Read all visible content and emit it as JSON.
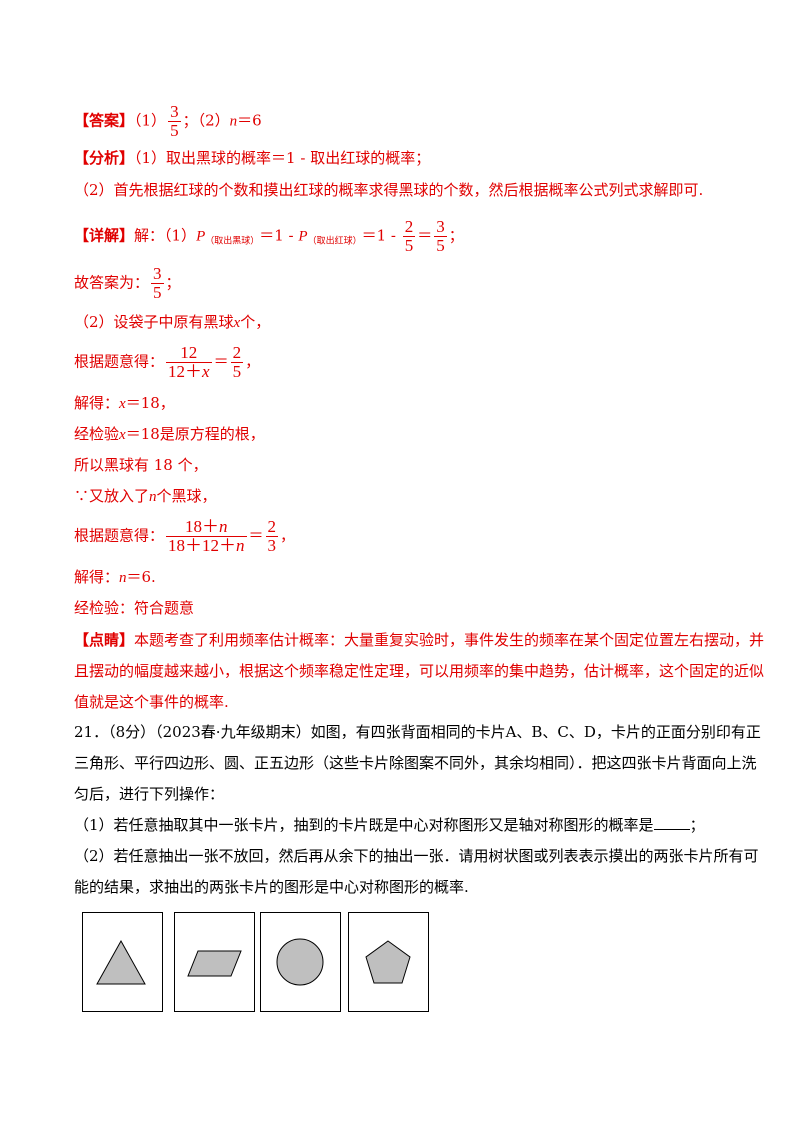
{
  "answer": {
    "tag": "【答案】",
    "p1": "（1）",
    "frac1": {
      "num": "3",
      "den": "5"
    },
    "sep": "；",
    "p2": "（2）",
    "n": "n",
    "eq": "＝6"
  },
  "analysis": {
    "tag": "【分析】",
    "line1": "（1）取出黑球的概率＝1 - 取出红球的概率；",
    "line2": "（2）首先根据红球的个数和摸出红球的概率求得黑球的个数，然后根据概率公式列式求解即可."
  },
  "detail": {
    "tag": "【详解】",
    "lead": "解：（1）",
    "P": "P",
    "sub_black": "（取出黑球）",
    "mid": "＝1 - ",
    "sub_red": "（取出红球）",
    "tail": "＝1 - ",
    "frac_a": {
      "num": "2",
      "den": "5"
    },
    "eq": "＝",
    "frac_b": {
      "num": "3",
      "den": "5"
    },
    "end": "；",
    "ans_prefix": "故答案为：",
    "ans_frac": {
      "num": "3",
      "den": "5"
    },
    "ans_end": "；",
    "set_a": "（2）设袋子中原有黑球",
    "x": "x",
    "set_b": "个，",
    "eq1_prefix": "根据题意得：",
    "eq1_lhs": {
      "num": "12",
      "den_a": "12＋",
      "den_x": "x"
    },
    "eq1_mid": "＝",
    "eq1_rhs": {
      "num": "2",
      "den": "5"
    },
    "eq1_end": "，",
    "solve1_a": "解得：",
    "solve1_b": "＝18，",
    "check1_a": "经检验",
    "check1_b": "＝18是原方程的根，",
    "so": "所以黑球有 18 个，",
    "because_a": "∵又放入了",
    "because_n": "n",
    "because_b": "个黑球，",
    "eq2_prefix": "根据题意得：",
    "eq2_lhs": {
      "num_a": "18＋",
      "num_n": "n",
      "den_a": "18＋12＋",
      "den_n": "n"
    },
    "eq2_mid": "＝",
    "eq2_rhs": {
      "num": "2",
      "den": "3"
    },
    "eq2_end": "，",
    "solve2_a": "解得：",
    "solve2_b": "＝6.",
    "check2": "经检验：符合题意"
  },
  "comment": {
    "tag": "【点睛】",
    "line1": "本题考查了利用频率估计概率：大量重复实验时，事件发生的频率在某个固定位置左右摆动，并",
    "line2": "且摆动的幅度越来越小，根据这个频率稳定性定理，可以用频率的集中趋势，估计概率，这个固定的近似",
    "line3": "值就是这个事件的概率."
  },
  "question": {
    "line1": "21．（8分）（2023春·九年级期末）如图，有四张背面相同的卡片A、B、C、D，卡片的正面分别印有正",
    "line2": "三角形、平行四边形、圆、正五边形（这些卡片除图案不同外，其余均相同）．把这四张卡片背面向上洗",
    "line3": "匀后，进行下列操作：",
    "q1_a": "（1）若任意抽取其中一张卡片，抽到的卡片既是中心对称图形又是轴对称图形的概率是",
    "q1_b": "；",
    "q2_line1": "（2）若任意抽出一张不放回，然后再从余下的抽出一张．请用树状图或列表表示摸出的两张卡片所有可",
    "q2_line2": "能的结果，求抽出的两张卡片的图形是中心对称图形的概率."
  },
  "colors": {
    "accent": "#e00000",
    "shape_fill": "#bfbfbf"
  },
  "cards": [
    {
      "shape": "triangle-icon"
    },
    {
      "shape": "parallelogram-icon"
    },
    {
      "shape": "circle-icon"
    },
    {
      "shape": "pentagon-icon"
    }
  ]
}
